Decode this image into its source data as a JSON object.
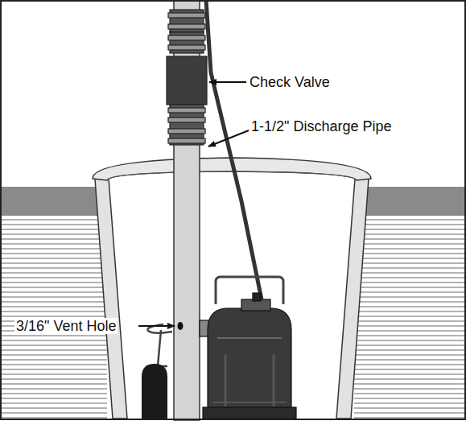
{
  "diagram": {
    "labels": [
      "Check Valve",
      "1-1/2\" Discharge Pipe",
      "3/16\" Vent Hole"
    ]
  }
}
